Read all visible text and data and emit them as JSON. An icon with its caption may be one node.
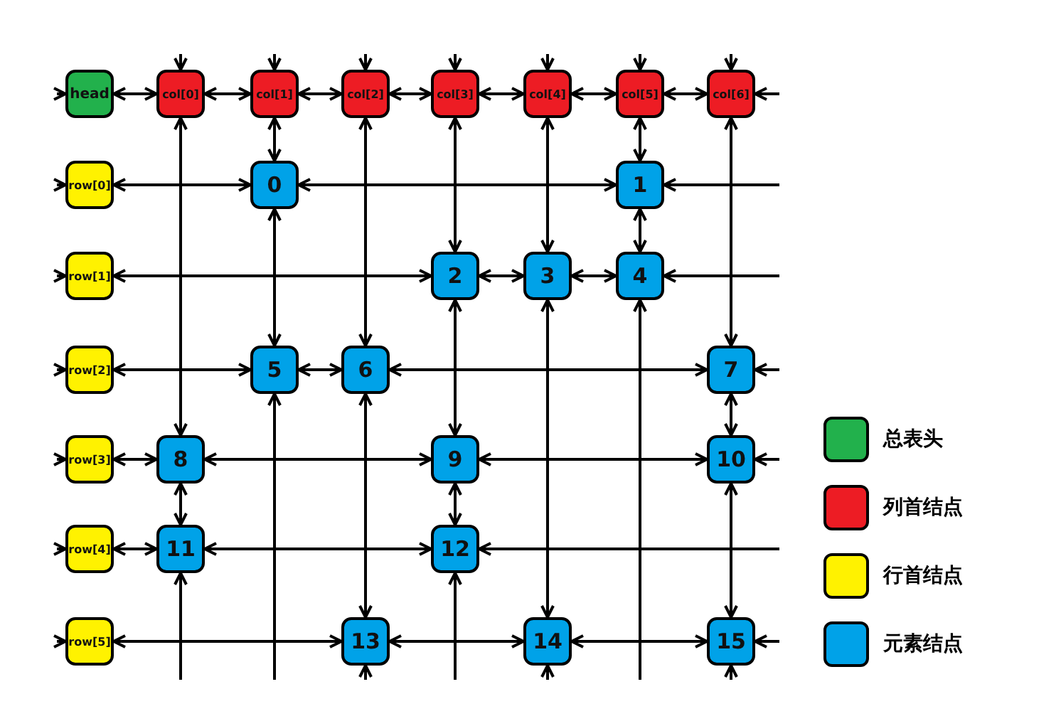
{
  "diagram": {
    "nodes": [
      {
        "text": [
          "head"
        ]
      },
      {
        "text": [
          "col[0]"
        ]
      },
      {
        "text": [
          "col[1]"
        ]
      },
      {
        "text": [
          "col[2]"
        ]
      },
      {
        "text": [
          "col[3]"
        ]
      },
      {
        "text": [
          "col[4]"
        ]
      },
      {
        "text": [
          "col[5]"
        ]
      },
      {
        "text": [
          "col[6]"
        ]
      },
      {
        "text": [
          "row[0]"
        ]
      },
      {
        "text": [
          "row[1]"
        ]
      },
      {
        "text": [
          "row[2]"
        ]
      },
      {
        "text": [
          "row[3]"
        ]
      },
      {
        "text": [
          "row[4]"
        ]
      },
      {
        "text": [
          "row[5]"
        ]
      },
      {
        "text": [
          "0"
        ]
      },
      {
        "text": [
          "1"
        ]
      },
      {
        "text": [
          "2"
        ]
      },
      {
        "text": [
          "3"
        ]
      },
      {
        "text": [
          "4"
        ]
      },
      {
        "text": [
          "5"
        ]
      },
      {
        "text": [
          "6"
        ]
      },
      {
        "text": [
          "7"
        ]
      },
      {
        "text": [
          "8"
        ]
      },
      {
        "text": [
          "9"
        ]
      },
      {
        "text": [
          "10"
        ]
      },
      {
        "text": [
          "11"
        ]
      },
      {
        "text": [
          "12"
        ]
      },
      {
        "text": [
          "13"
        ]
      },
      {
        "text": [
          "14"
        ]
      },
      {
        "text": [
          "15"
        ]
      }
    ],
    "edges": [
      {
        "from": null,
        "to": 0,
        "arrow": "to"
      },
      {
        "from": 0,
        "to": 1,
        "arrow": "both"
      },
      {
        "from": 1,
        "to": 2,
        "arrow": "both"
      },
      {
        "from": 2,
        "to": 3,
        "arrow": "both"
      },
      {
        "from": 3,
        "to": 4,
        "arrow": "both"
      },
      {
        "from": 4,
        "to": 5,
        "arrow": "both"
      },
      {
        "from": 5,
        "to": 6,
        "arrow": "both"
      },
      {
        "from": 6,
        "to": 7,
        "arrow": "both"
      },
      {
        "from": null,
        "to": 7,
        "arrow": "to"
      },
      {
        "from": null,
        "to": 1,
        "arrow": "to"
      },
      {
        "from": null,
        "to": 2,
        "arrow": "to"
      },
      {
        "from": null,
        "to": 3,
        "arrow": "to"
      },
      {
        "from": null,
        "to": 4,
        "arrow": "to"
      },
      {
        "from": null,
        "to": 5,
        "arrow": "to"
      },
      {
        "from": null,
        "to": 6,
        "arrow": "to"
      },
      {
        "from": null,
        "to": 7,
        "arrow": "to"
      },
      {
        "from": null,
        "to": 8,
        "arrow": "to"
      },
      {
        "from": 8,
        "to": 14,
        "arrow": "both"
      },
      {
        "from": 14,
        "to": 15,
        "arrow": "both"
      },
      {
        "from": null,
        "to": 15,
        "arrow": "to"
      },
      {
        "from": null,
        "to": 9,
        "arrow": "to"
      },
      {
        "from": 9,
        "to": 16,
        "arrow": "both"
      },
      {
        "from": 16,
        "to": 17,
        "arrow": "both"
      },
      {
        "from": 17,
        "to": 18,
        "arrow": "both"
      },
      {
        "from": null,
        "to": 18,
        "arrow": "to"
      },
      {
        "from": null,
        "to": 10,
        "arrow": "to"
      },
      {
        "from": 10,
        "to": 19,
        "arrow": "both"
      },
      {
        "from": 19,
        "to": 20,
        "arrow": "both"
      },
      {
        "from": 20,
        "to": 21,
        "arrow": "both"
      },
      {
        "from": null,
        "to": 21,
        "arrow": "to"
      },
      {
        "from": null,
        "to": 11,
        "arrow": "to"
      },
      {
        "from": 11,
        "to": 22,
        "arrow": "both"
      },
      {
        "from": 22,
        "to": 23,
        "arrow": "both"
      },
      {
        "from": 23,
        "to": 24,
        "arrow": "both"
      },
      {
        "from": null,
        "to": 24,
        "arrow": "to"
      },
      {
        "from": null,
        "to": 12,
        "arrow": "to"
      },
      {
        "from": 12,
        "to": 25,
        "arrow": "both"
      },
      {
        "from": 25,
        "to": 26,
        "arrow": "both"
      },
      {
        "from": null,
        "to": 26,
        "arrow": "to"
      },
      {
        "from": null,
        "to": 13,
        "arrow": "to"
      },
      {
        "from": 13,
        "to": 27,
        "arrow": "both"
      },
      {
        "from": 27,
        "to": 28,
        "arrow": "both"
      },
      {
        "from": 28,
        "to": 29,
        "arrow": "both"
      },
      {
        "from": null,
        "to": 29,
        "arrow": "to"
      },
      {
        "from": 1,
        "to": 22,
        "arrow": "both"
      },
      {
        "from": 22,
        "to": 25,
        "arrow": "both"
      },
      {
        "from": null,
        "to": 25,
        "arrow": "to"
      },
      {
        "from": 2,
        "to": 14,
        "arrow": "both"
      },
      {
        "from": 14,
        "to": 19,
        "arrow": "both"
      },
      {
        "from": null,
        "to": 19,
        "arrow": "to"
      },
      {
        "from": 3,
        "to": 20,
        "arrow": "both"
      },
      {
        "from": 20,
        "to": 27,
        "arrow": "both"
      },
      {
        "from": null,
        "to": 27,
        "arrow": "to"
      },
      {
        "from": 4,
        "to": 16,
        "arrow": "both"
      },
      {
        "from": 16,
        "to": 23,
        "arrow": "both"
      },
      {
        "from": 23,
        "to": 26,
        "arrow": "both"
      },
      {
        "from": null,
        "to": 26,
        "arrow": "to"
      },
      {
        "from": 5,
        "to": 17,
        "arrow": "both"
      },
      {
        "from": 17,
        "to": 28,
        "arrow": "both"
      },
      {
        "from": null,
        "to": 28,
        "arrow": "to"
      },
      {
        "from": 6,
        "to": 15,
        "arrow": "both"
      },
      {
        "from": 15,
        "to": 18,
        "arrow": "both"
      },
      {
        "from": null,
        "to": 18,
        "arrow": "to"
      },
      {
        "from": 7,
        "to": 21,
        "arrow": "both"
      },
      {
        "from": 21,
        "to": 24,
        "arrow": "both"
      },
      {
        "from": 24,
        "to": 29,
        "arrow": "both"
      },
      {
        "from": null,
        "to": 29,
        "arrow": "to"
      }
    ],
    "legend": [
      {
        "text": "总表头",
        "color": "#22b14c"
      },
      {
        "text": "列首结点",
        "color": "#ed1c24"
      },
      {
        "text": "行首结点",
        "color": "#fff200"
      },
      {
        "text": "元素结点",
        "color": "#00a2e8"
      }
    ]
  }
}
